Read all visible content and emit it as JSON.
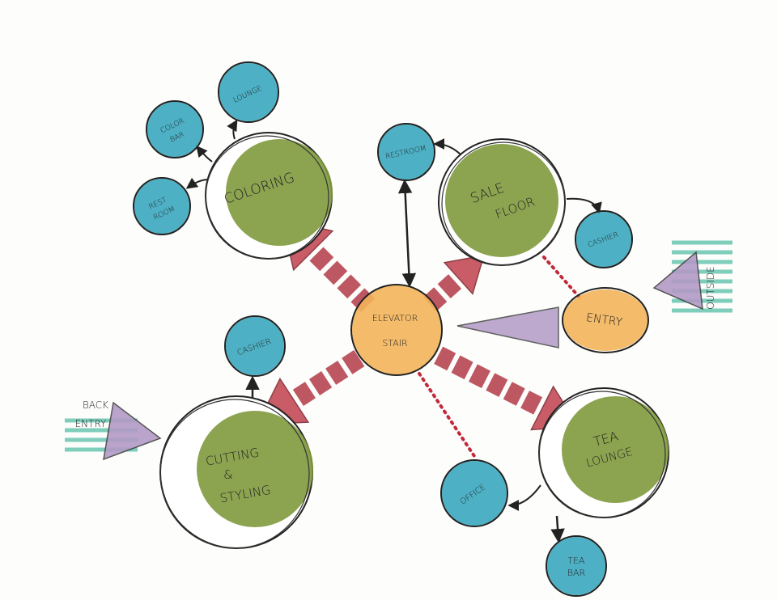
{
  "colors": {
    "green": "#7f9a3d",
    "green_light": "#a3b85a",
    "teal": "#3aa7be",
    "orange": "#f2b45a",
    "red": "#b23a45",
    "purple": "#b39bc6",
    "mint": "#7fcdbb",
    "ink": "#222222"
  },
  "nodes": {
    "coloring": "COLORING",
    "lounge": "LOUNGE",
    "color_bar_1": "COLOR",
    "color_bar_2": "BAR",
    "rest_room_1": "REST",
    "rest_room_2": "ROOM",
    "restroom": "RESTROOM",
    "sale_floor_1": "SALE",
    "sale_floor_2": "FLOOR",
    "cashier_top": "CASHIER",
    "entry": "ENTRY",
    "outside": "OUTSIDE",
    "elevator_1": "ELEVATOR",
    "elevator_2": "STAIR",
    "cashier_left": "CASHIER",
    "back_entry_1": "BACK",
    "back_entry_2": "ENTRY",
    "cutting_1": "CUTTING",
    "cutting_2": "&",
    "cutting_3": "STYLING",
    "office": "OFFICE",
    "tea_lounge_1": "TEA",
    "tea_lounge_2": "LOUNGE",
    "tea_bar_1": "TEA",
    "tea_bar_2": "BAR"
  }
}
